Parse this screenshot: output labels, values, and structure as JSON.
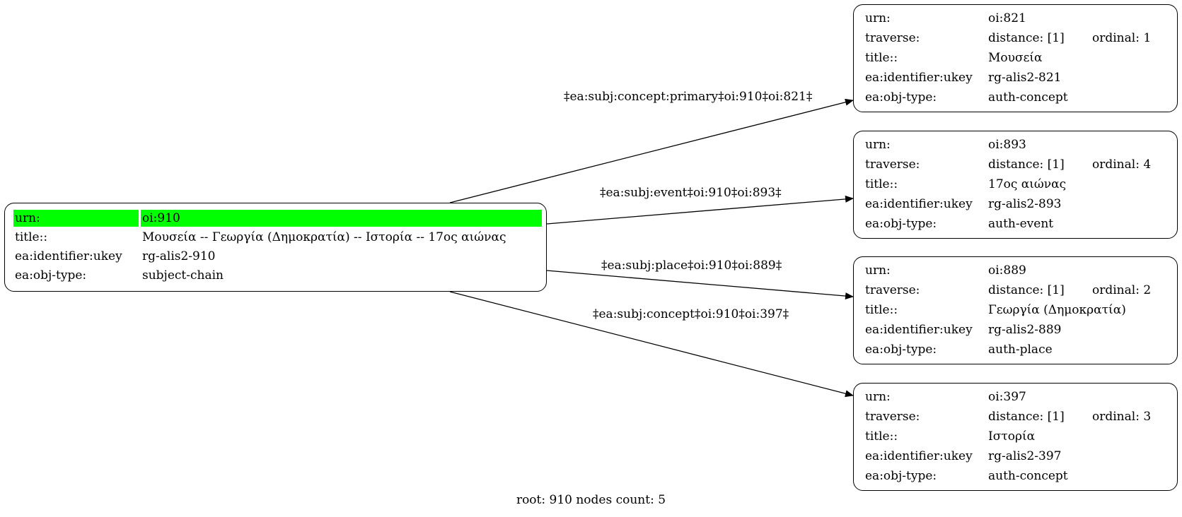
{
  "root_node": {
    "rows": [
      {
        "key": "urn:",
        "value": "oi:910"
      },
      {
        "key": "title::",
        "value": "Μουσεία -- Γεωργία (Δημοκρατία) -- Ιστορία -- 17ος αιώνας"
      },
      {
        "key": "ea:identifier:ukey",
        "value": "rg-alis2-910"
      },
      {
        "key": "ea:obj-type:",
        "value": "subject-chain"
      }
    ],
    "highlight_color": "#00ff00"
  },
  "child_nodes": [
    {
      "rows": [
        {
          "key": "urn:",
          "value": "oi:821"
        },
        {
          "key": "traverse:",
          "value": "distance: [1]",
          "extra": "ordinal: 1"
        },
        {
          "key": "title::",
          "value": "Μουσεία"
        },
        {
          "key": "ea:identifier:ukey",
          "value": "rg-alis2-821"
        },
        {
          "key": "ea:obj-type:",
          "value": "auth-concept"
        }
      ]
    },
    {
      "rows": [
        {
          "key": "urn:",
          "value": "oi:893"
        },
        {
          "key": "traverse:",
          "value": "distance: [1]",
          "extra": "ordinal: 4"
        },
        {
          "key": "title::",
          "value": "17ος αιώνας"
        },
        {
          "key": "ea:identifier:ukey",
          "value": "rg-alis2-893"
        },
        {
          "key": "ea:obj-type:",
          "value": "auth-event"
        }
      ]
    },
    {
      "rows": [
        {
          "key": "urn:",
          "value": "oi:889"
        },
        {
          "key": "traverse:",
          "value": "distance: [1]",
          "extra": "ordinal: 2"
        },
        {
          "key": "title::",
          "value": "Γεωργία (Δημοκρατία)"
        },
        {
          "key": "ea:identifier:ukey",
          "value": "rg-alis2-889"
        },
        {
          "key": "ea:obj-type:",
          "value": "auth-place"
        }
      ]
    },
    {
      "rows": [
        {
          "key": "urn:",
          "value": "oi:397"
        },
        {
          "key": "traverse:",
          "value": "distance: [1]",
          "extra": "ordinal: 3"
        },
        {
          "key": "title::",
          "value": "Ιστορία"
        },
        {
          "key": "ea:identifier:ukey",
          "value": "rg-alis2-397"
        },
        {
          "key": "ea:obj-type:",
          "value": "auth-concept"
        }
      ]
    }
  ],
  "edges": [
    {
      "label": "‡ea:subj:concept:primary‡oi:910‡oi:821‡"
    },
    {
      "label": "‡ea:subj:event‡oi:910‡oi:893‡"
    },
    {
      "label": "‡ea:subj:place‡oi:910‡oi:889‡"
    },
    {
      "label": "‡ea:subj:concept‡oi:910‡oi:397‡"
    }
  ],
  "footer": "root: 910 nodes count: 5"
}
